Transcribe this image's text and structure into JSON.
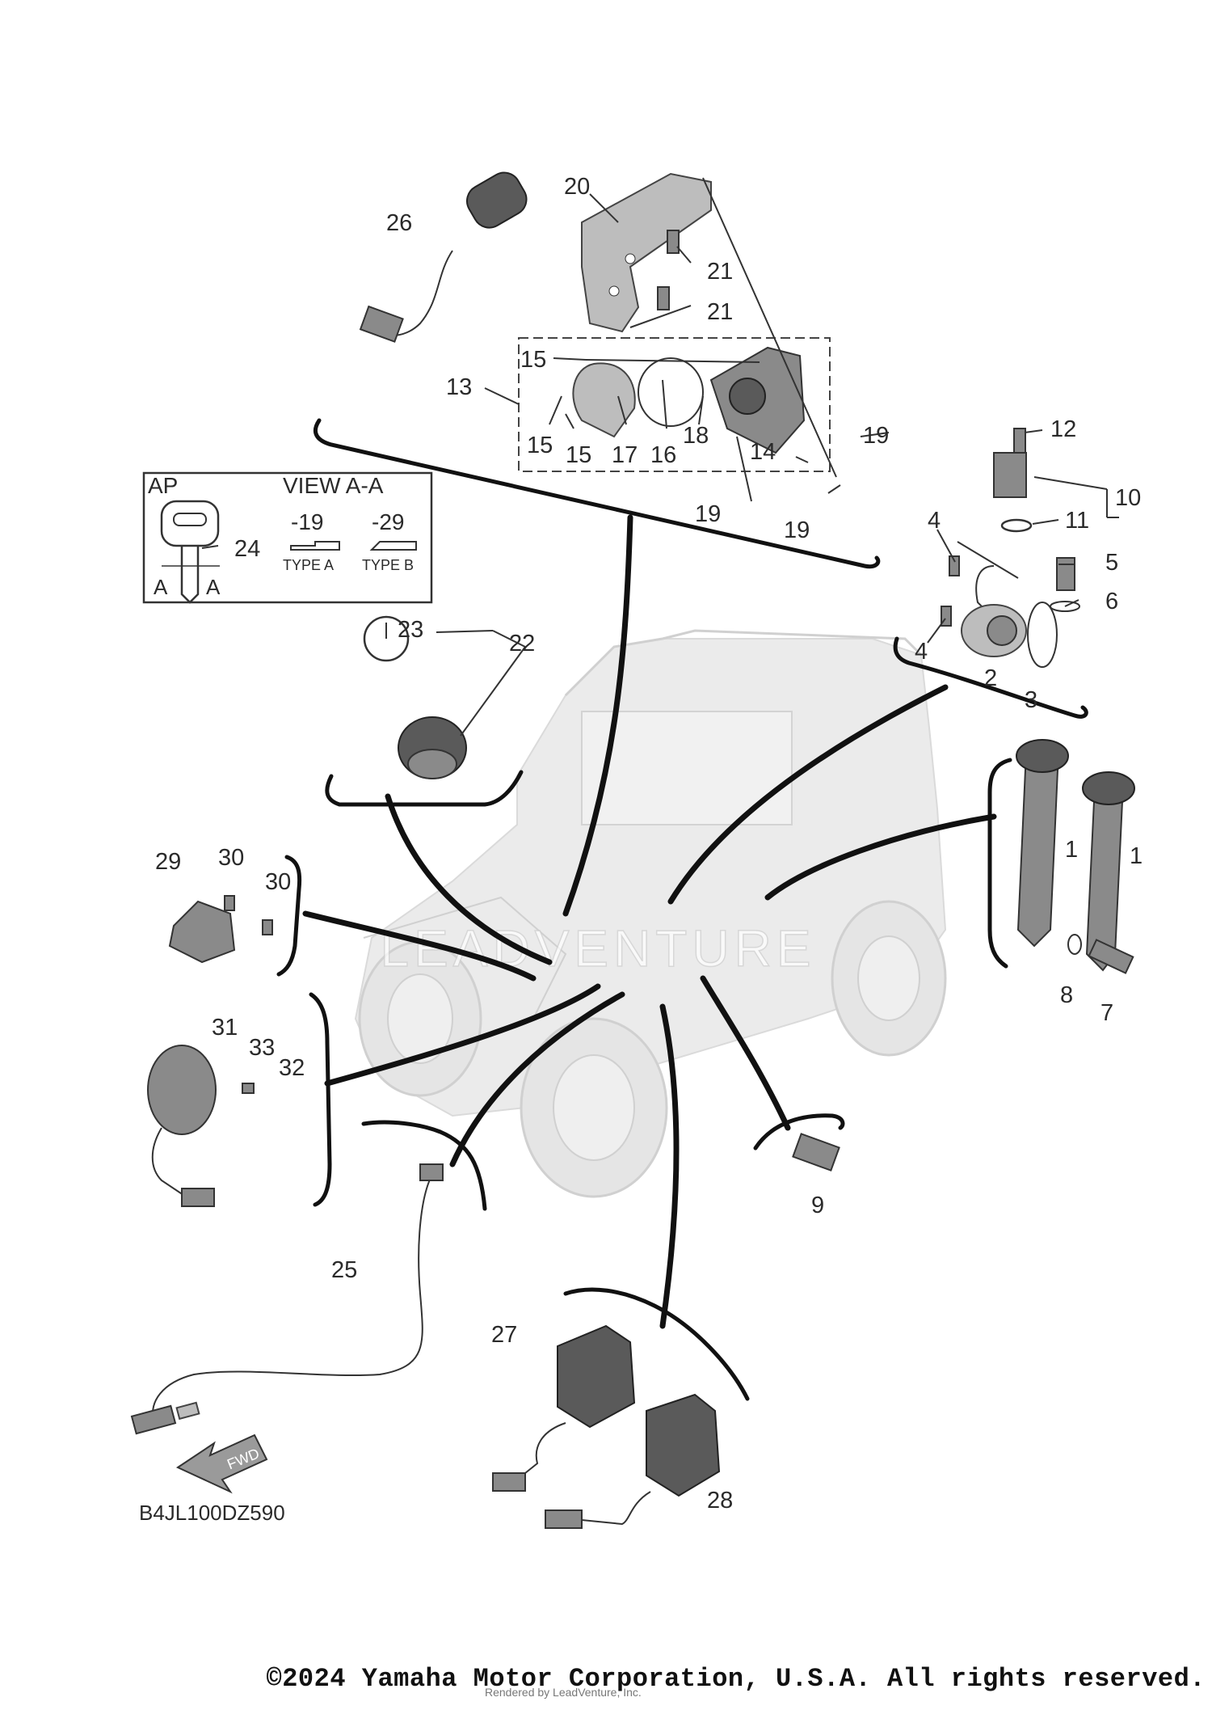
{
  "callouts": [
    {
      "id": "c1a",
      "text": "1"
    },
    {
      "id": "c1b",
      "text": "1"
    },
    {
      "id": "c2",
      "text": "2"
    },
    {
      "id": "c3",
      "text": "3"
    },
    {
      "id": "c4a",
      "text": "4"
    },
    {
      "id": "c4b",
      "text": "4"
    },
    {
      "id": "c5",
      "text": "5"
    },
    {
      "id": "c6",
      "text": "6"
    },
    {
      "id": "c7",
      "text": "7"
    },
    {
      "id": "c8",
      "text": "8"
    },
    {
      "id": "c9",
      "text": "9"
    },
    {
      "id": "c10",
      "text": "10"
    },
    {
      "id": "c11",
      "text": "11"
    },
    {
      "id": "c12",
      "text": "12"
    },
    {
      "id": "c13",
      "text": "13"
    },
    {
      "id": "c14",
      "text": "14"
    },
    {
      "id": "c15a",
      "text": "15"
    },
    {
      "id": "c15b",
      "text": "15"
    },
    {
      "id": "c15c",
      "text": "15"
    },
    {
      "id": "c16",
      "text": "16"
    },
    {
      "id": "c17",
      "text": "17"
    },
    {
      "id": "c18",
      "text": "18"
    },
    {
      "id": "c19a",
      "text": "19"
    },
    {
      "id": "c19b",
      "text": "19"
    },
    {
      "id": "c19c",
      "text": "19"
    },
    {
      "id": "c20",
      "text": "20"
    },
    {
      "id": "c21a",
      "text": "21"
    },
    {
      "id": "c21b",
      "text": "21"
    },
    {
      "id": "c22",
      "text": "22"
    },
    {
      "id": "c23",
      "text": "23"
    },
    {
      "id": "c24",
      "text": "24"
    },
    {
      "id": "c25",
      "text": "25"
    },
    {
      "id": "c26",
      "text": "26"
    },
    {
      "id": "c27",
      "text": "27"
    },
    {
      "id": "c28",
      "text": "28"
    },
    {
      "id": "c29",
      "text": "29"
    },
    {
      "id": "c30a",
      "text": "30"
    },
    {
      "id": "c30b",
      "text": "30"
    },
    {
      "id": "c31",
      "text": "31"
    },
    {
      "id": "c32",
      "text": "32"
    },
    {
      "id": "c33",
      "text": "33"
    }
  ],
  "inset": {
    "ap": "AP",
    "view": "VIEW A-A",
    "type_a_num": "-19",
    "type_b_num": "-29",
    "type_a": "TYPE A",
    "type_b": "TYPE B",
    "section_a": "A",
    "section_b": "A"
  },
  "fwd_label": "FWD",
  "watermark": "LEADVENTURE",
  "diagram_code": "B4JL100DZ590",
  "copyright": "©2024 Yamaha Motor Corporation, U.S.A. All rights reserved.",
  "rendered_by": "Rendered by LeadVenture, Inc."
}
